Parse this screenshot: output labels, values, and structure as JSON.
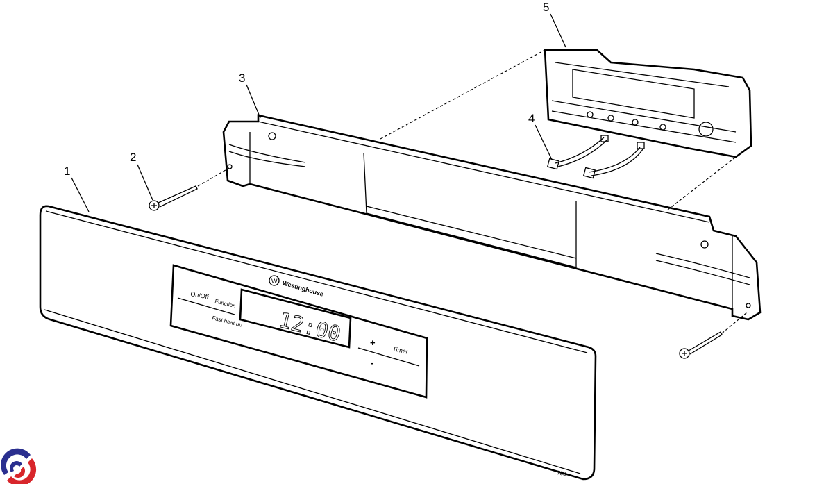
{
  "callouts": [
    "1",
    "2",
    "3",
    "4",
    "5"
  ],
  "panel": {
    "brand": "Westinghouse",
    "brand_logo_letter": "W",
    "on_off": "On/Off",
    "function": "Function",
    "fast_heat": "Fast heat up",
    "display": "12:00",
    "plus": "+",
    "minus": "-",
    "timer": "Timer"
  },
  "figure_number": "783",
  "colors": {
    "logo_blue": "#2a2f8f",
    "logo_red": "#d8262b"
  }
}
